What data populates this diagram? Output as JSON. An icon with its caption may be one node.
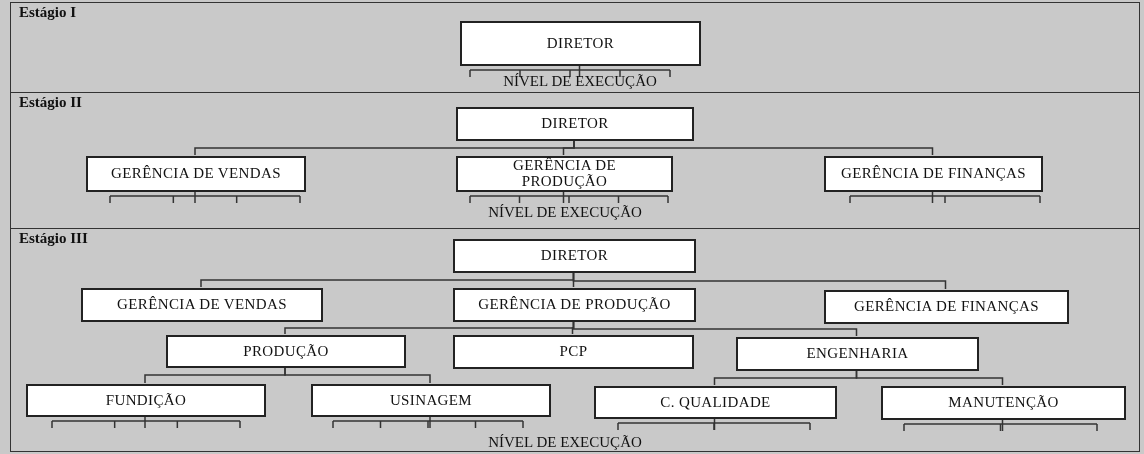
{
  "diagram": {
    "nodes": [
      {
        "text": [
          "Estágio I"
        ]
      },
      {
        "text": [
          "DIRETOR"
        ],
        "in": 0
      },
      {
        "text": [
          "Estágio II"
        ]
      },
      {
        "text": [
          "DIRETOR"
        ],
        "in": 2
      },
      {
        "text": [
          "GERÊNCIA DE VENDAS"
        ],
        "in": 2
      },
      {
        "text": [
          "GERÊNCIA DE PRODUÇÃO"
        ],
        "in": 2
      },
      {
        "text": [
          "GERÊNCIA DE FINANÇAS"
        ],
        "in": 2
      },
      {
        "text": [
          "Estágio III"
        ]
      },
      {
        "text": [
          "DIRETOR"
        ],
        "in": 7
      },
      {
        "text": [
          "GERÊNCIA DE VENDAS"
        ],
        "in": 7
      },
      {
        "text": [
          "GERÊNCIA DE PRODUÇÃO"
        ],
        "in": 7
      },
      {
        "text": [
          "GERÊNCIA DE FINANÇAS"
        ],
        "in": 7
      },
      {
        "text": [
          "PRODUÇÃO"
        ],
        "in": 7
      },
      {
        "text": [
          "PCP"
        ],
        "in": 7
      },
      {
        "text": [
          "ENGENHARIA"
        ],
        "in": 7
      },
      {
        "text": [
          "FUNDIÇÃO"
        ],
        "in": 7
      },
      {
        "text": [
          "USINAGEM"
        ],
        "in": 7
      },
      {
        "text": [
          "C. QUALIDADE"
        ],
        "in": 7
      },
      {
        "text": [
          "MANUTENÇÃO"
        ],
        "in": 7
      }
    ],
    "edges": [
      {
        "from": 3,
        "to": 4,
        "arrow": "none"
      },
      {
        "from": 3,
        "to": 5,
        "arrow": "none"
      },
      {
        "from": 3,
        "to": 6,
        "arrow": "none"
      },
      {
        "from": 8,
        "to": 9,
        "arrow": "none"
      },
      {
        "from": 8,
        "to": 10,
        "arrow": "none"
      },
      {
        "from": 8,
        "to": 11,
        "arrow": "none"
      },
      {
        "from": 10,
        "to": 12,
        "arrow": "none"
      },
      {
        "from": 10,
        "to": 13,
        "arrow": "none"
      },
      {
        "from": 10,
        "to": 14,
        "arrow": "none"
      },
      {
        "from": 12,
        "to": 15,
        "arrow": "none"
      },
      {
        "from": 12,
        "to": 16,
        "arrow": "none"
      },
      {
        "from": 14,
        "to": 17,
        "arrow": "none"
      },
      {
        "from": 14,
        "to": 18,
        "arrow": "none"
      }
    ],
    "labels": [
      "NÍVEL DE EXECUÇÃO",
      "NÍVEL DE EXECUÇÃO",
      "NÍVEL DE EXECUÇÃO"
    ]
  }
}
